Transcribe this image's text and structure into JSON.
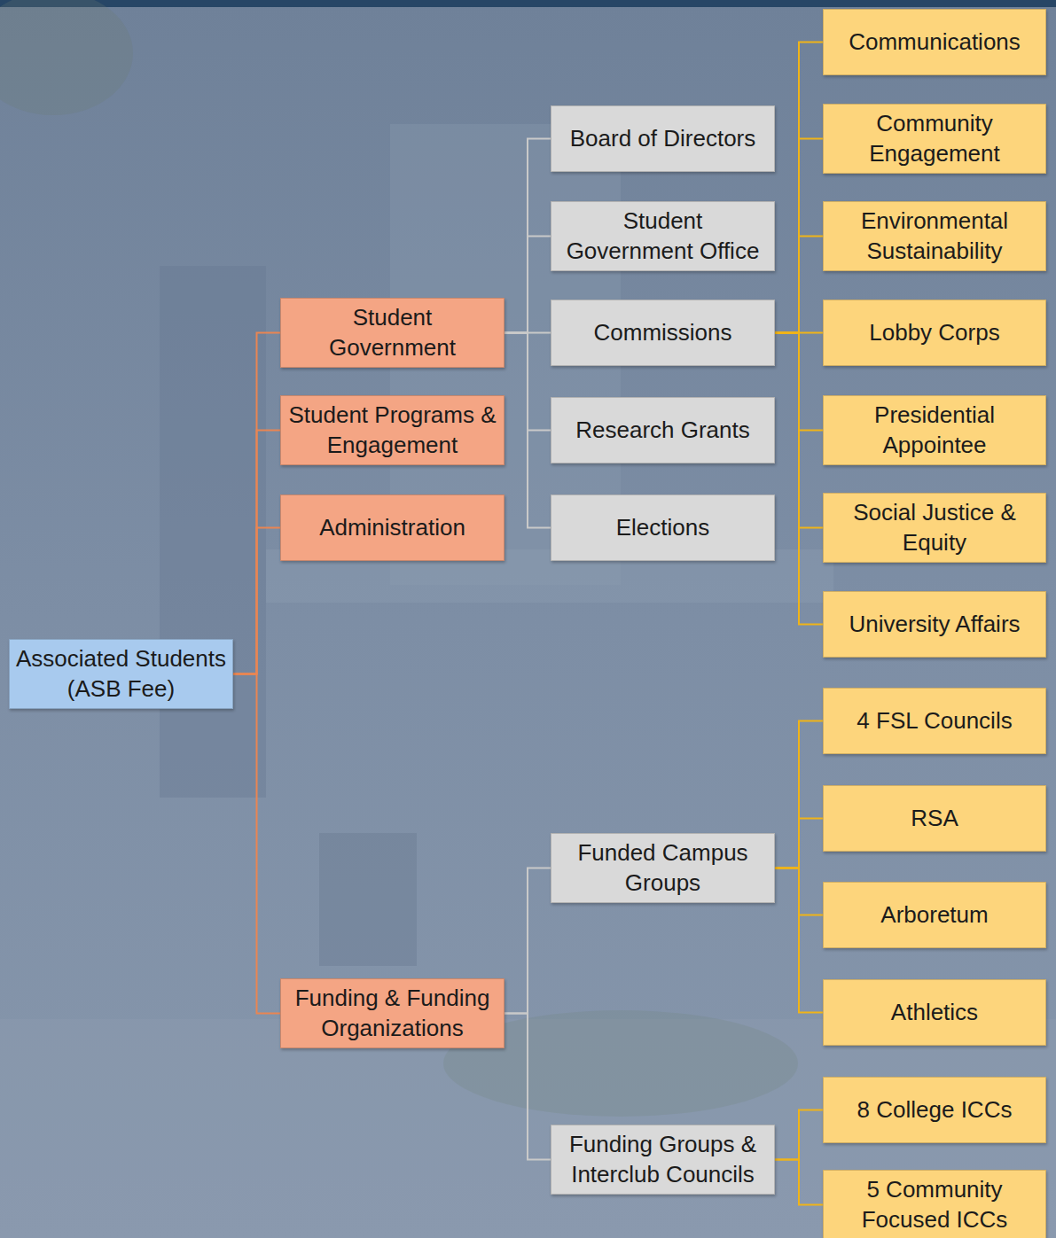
{
  "diagram": {
    "nodes": [
      {
        "text": [
          "Associated Students (ASB Fee)"
        ]
      },
      {
        "text": [
          "Student Government"
        ]
      },
      {
        "text": [
          "Student Programs & Engagement"
        ]
      },
      {
        "text": [
          "Administration"
        ]
      },
      {
        "text": [
          "Funding & Funding Organizations"
        ]
      },
      {
        "text": [
          "Board of Directors"
        ]
      },
      {
        "text": [
          "Student Government Office"
        ]
      },
      {
        "text": [
          "Commissions"
        ]
      },
      {
        "text": [
          "Research Grants"
        ]
      },
      {
        "text": [
          "Elections"
        ]
      },
      {
        "text": [
          "Communications"
        ]
      },
      {
        "text": [
          "Community Engagement"
        ]
      },
      {
        "text": [
          "Environmental Sustainability"
        ]
      },
      {
        "text": [
          "Lobby Corps"
        ]
      },
      {
        "text": [
          "Presidential Appointee"
        ]
      },
      {
        "text": [
          "Social Justice & Equity"
        ]
      },
      {
        "text": [
          "University Affairs"
        ]
      },
      {
        "text": [
          "Funded Campus Groups"
        ]
      },
      {
        "text": [
          "Funding Groups & Interclub Councils"
        ]
      },
      {
        "text": [
          "4 FSL Councils"
        ]
      },
      {
        "text": [
          "RSA"
        ]
      },
      {
        "text": [
          "Arboretum"
        ]
      },
      {
        "text": [
          "Athletics"
        ]
      },
      {
        "text": [
          "8 College ICCs"
        ]
      },
      {
        "text": [
          "5 Community Focused ICCs"
        ]
      }
    ],
    "edges": [
      {
        "from": 0,
        "to": 1,
        "arrow": "none"
      },
      {
        "from": 0,
        "to": 2,
        "arrow": "none"
      },
      {
        "from": 0,
        "to": 3,
        "arrow": "none"
      },
      {
        "from": 0,
        "to": 4,
        "arrow": "none"
      },
      {
        "from": 1,
        "to": 5,
        "arrow": "none"
      },
      {
        "from": 1,
        "to": 6,
        "arrow": "none"
      },
      {
        "from": 1,
        "to": 7,
        "arrow": "none"
      },
      {
        "from": 1,
        "to": 8,
        "arrow": "none"
      },
      {
        "from": 1,
        "to": 9,
        "arrow": "none"
      },
      {
        "from": 7,
        "to": 10,
        "arrow": "none"
      },
      {
        "from": 7,
        "to": 11,
        "arrow": "none"
      },
      {
        "from": 7,
        "to": 12,
        "arrow": "none"
      },
      {
        "from": 7,
        "to": 13,
        "arrow": "none"
      },
      {
        "from": 7,
        "to": 14,
        "arrow": "none"
      },
      {
        "from": 7,
        "to": 15,
        "arrow": "none"
      },
      {
        "from": 7,
        "to": 16,
        "arrow": "none"
      },
      {
        "from": 4,
        "to": 17,
        "arrow": "none"
      },
      {
        "from": 4,
        "to": 18,
        "arrow": "none"
      },
      {
        "from": 17,
        "to": 19,
        "arrow": "none"
      },
      {
        "from": 17,
        "to": 20,
        "arrow": "none"
      },
      {
        "from": 17,
        "to": 21,
        "arrow": "none"
      },
      {
        "from": 17,
        "to": 22,
        "arrow": "none"
      },
      {
        "from": 18,
        "to": 23,
        "arrow": "none"
      },
      {
        "from": 18,
        "to": 24,
        "arrow": "none"
      }
    ]
  }
}
